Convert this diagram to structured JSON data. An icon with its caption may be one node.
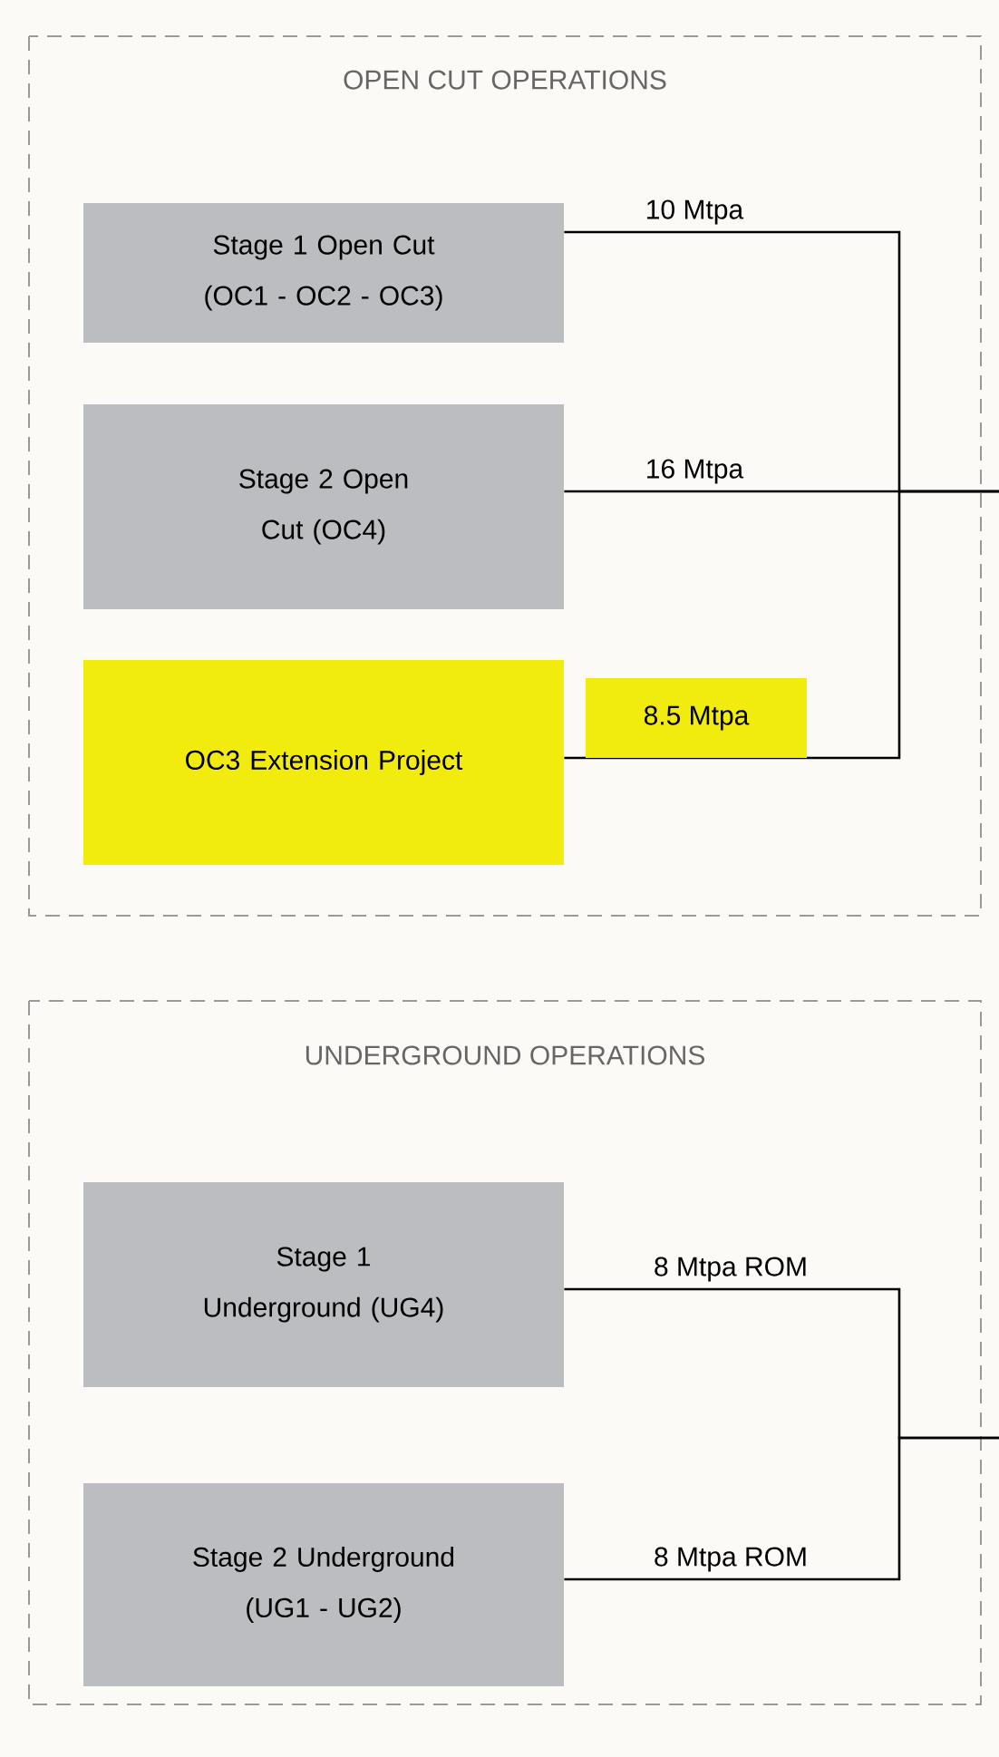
{
  "diagram": {
    "nodes": [
      {
        "text": [
          "OPEN CUT OPERATIONS"
        ]
      },
      {
        "text": [
          "Stage 1 Open Cut (OC1 - OC2 - OC3)"
        ],
        "in": 0
      },
      {
        "text": [
          "Stage 2 Open Cut (OC4)"
        ],
        "in": 0
      },
      {
        "text": [
          "OC3 Extension Project"
        ],
        "in": 0
      },
      {
        "text": [
          "UNDERGROUND OPERATIONS"
        ]
      },
      {
        "text": [
          "Stage 1 Underground (UG4)"
        ],
        "in": 4
      },
      {
        "text": [
          "Stage 2 Underground (UG1 - UG2)"
        ],
        "in": 4
      }
    ],
    "edges": [
      {
        "from": 1,
        "to": null,
        "arrow": "none",
        "label": "10 Mtpa"
      },
      {
        "from": 2,
        "to": null,
        "arrow": "none",
        "label": "16 Mtpa"
      },
      {
        "from": 3,
        "to": null,
        "arrow": "none",
        "label": "8.5 Mtpa"
      },
      {
        "from": 5,
        "to": null,
        "arrow": "none",
        "label": "8 Mtpa ROM"
      },
      {
        "from": 6,
        "to": null,
        "arrow": "none",
        "label": "8 Mtpa ROM"
      }
    ]
  }
}
